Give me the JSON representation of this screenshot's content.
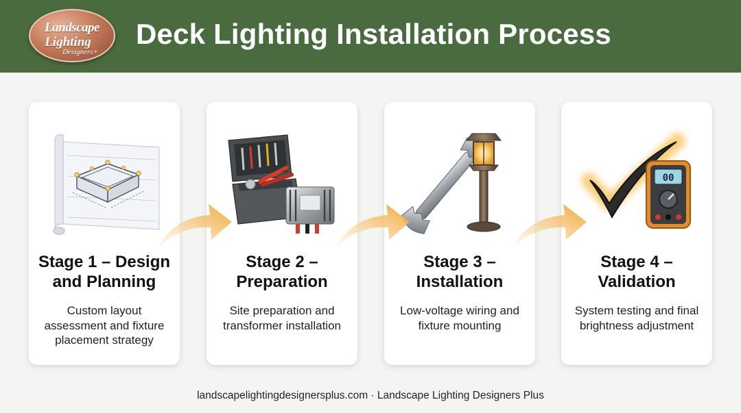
{
  "header": {
    "title": "Deck Lighting Installation Process",
    "logo": {
      "line1": "Landscape",
      "line2": "Lighting",
      "line3": "Designers+"
    }
  },
  "stages": [
    {
      "title": "Stage 1 – Design and Planning",
      "description": "Custom layout assessment and fixture placement strategy",
      "icon": "blueprint-icon"
    },
    {
      "title": "Stage 2 – Preparation",
      "description": "Site preparation and transformer installation",
      "icon": "toolbox-transformer-icon"
    },
    {
      "title": "Stage 3 – Installation",
      "description": "Low-voltage wiring and fixture mounting",
      "icon": "wrench-lamp-icon"
    },
    {
      "title": "Stage 4 – Validation",
      "description": "System testing and final brightness adjustment",
      "icon": "checkmark-multimeter-icon"
    }
  ],
  "multimeter_reading": "00",
  "footer": {
    "text": "landscapelightingdesignersplus.com · Landscape Lighting Designers Plus"
  },
  "colors": {
    "header_bg": "#4a6a3f",
    "arrow": "#f0b862",
    "background": "#f4f5f3"
  }
}
